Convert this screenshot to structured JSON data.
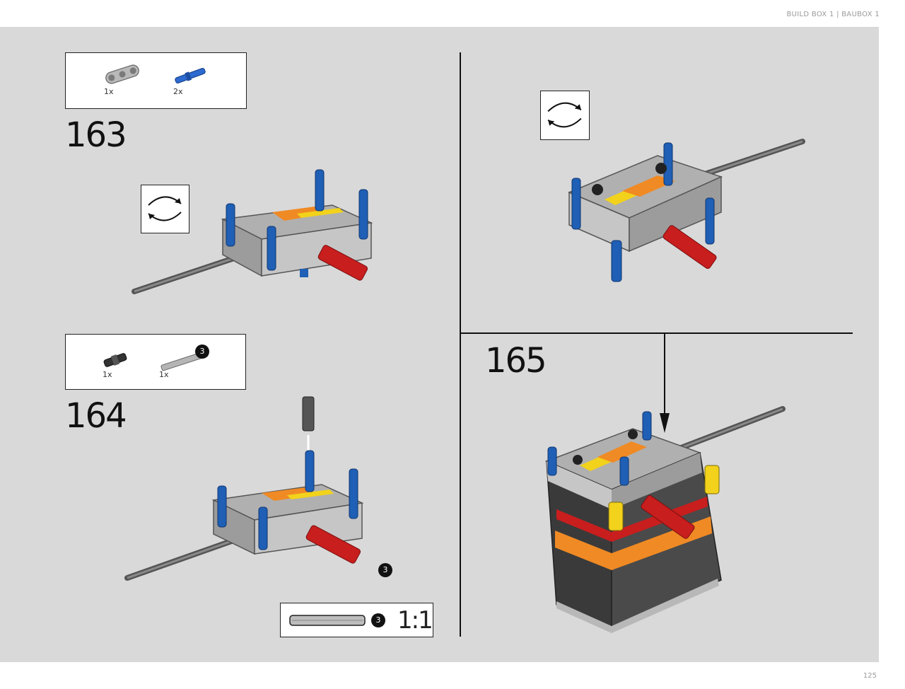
{
  "header": {
    "text": "BUILD BOX 1  |  BAUBOX 1"
  },
  "page_number": "125",
  "steps": [
    {
      "number": "163",
      "parts": [
        {
          "qty": "1x",
          "name": "beam-3-icon"
        },
        {
          "qty": "2x",
          "name": "blue-axle-pin-icon"
        }
      ]
    },
    {
      "number": "164",
      "parts": [
        {
          "qty": "1x",
          "name": "universal-joint-icon"
        },
        {
          "qty": "1x",
          "name": "axle-3-icon",
          "badge": "3"
        }
      ],
      "axle_badge": "3"
    },
    {
      "number": "165"
    }
  ],
  "callout": {
    "badge": "3",
    "scale": "1:1"
  },
  "colors": {
    "panel": "#d9d9d9",
    "blue": "#1f5fb5",
    "red": "#c81e1e",
    "orange": "#f08a24",
    "yellow": "#f2d21b",
    "gray": "#a9a9a9"
  }
}
